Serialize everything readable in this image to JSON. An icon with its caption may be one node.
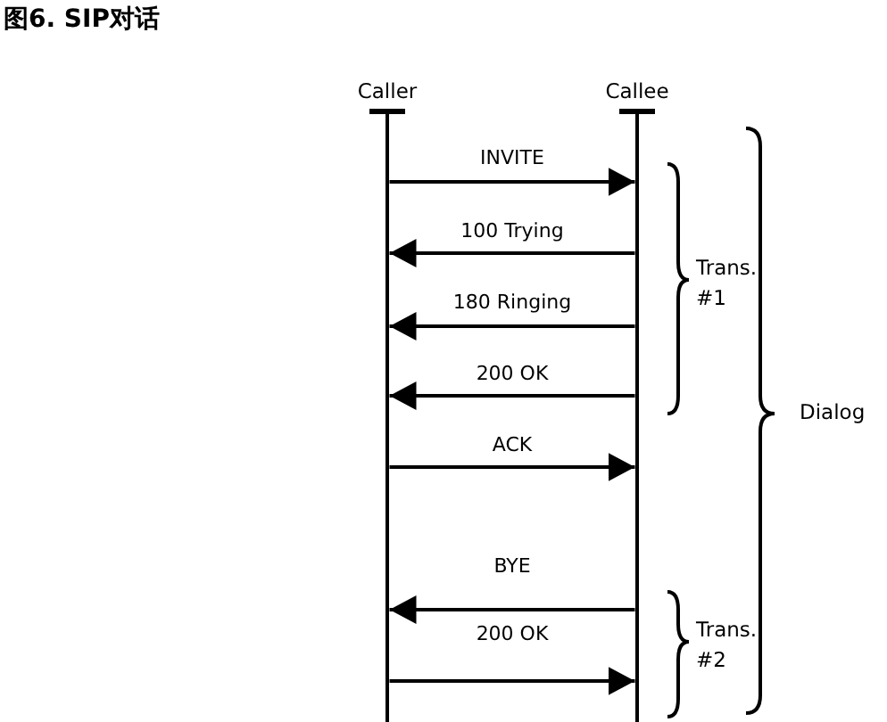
{
  "diagram": {
    "title": "图6. SIP对话",
    "nodes": [
      {
        "text": [
          "Caller"
        ]
      },
      {
        "text": [
          "Callee"
        ]
      },
      {
        "text": [],
        "shape": "line"
      },
      {
        "text": [],
        "shape": "line"
      }
    ],
    "edges": [
      {
        "from": 2,
        "to": 3,
        "arrow": "to",
        "label": "INVITE"
      },
      {
        "from": 3,
        "to": 2,
        "arrow": "to",
        "label": "100 Trying"
      },
      {
        "from": 3,
        "to": 2,
        "arrow": "to",
        "label": "180 Ringing"
      },
      {
        "from": 3,
        "to": 2,
        "arrow": "to",
        "label": "200 OK"
      },
      {
        "from": 2,
        "to": 3,
        "arrow": "to",
        "label": "ACK"
      },
      {
        "from": 3,
        "to": 2,
        "arrow": "to",
        "label": "BYE"
      },
      {
        "from": 2,
        "to": 3,
        "arrow": "to",
        "label": "200 OK"
      }
    ],
    "labels": [
      "Trans. #1",
      "Dialog",
      "Trans. #2"
    ]
  }
}
